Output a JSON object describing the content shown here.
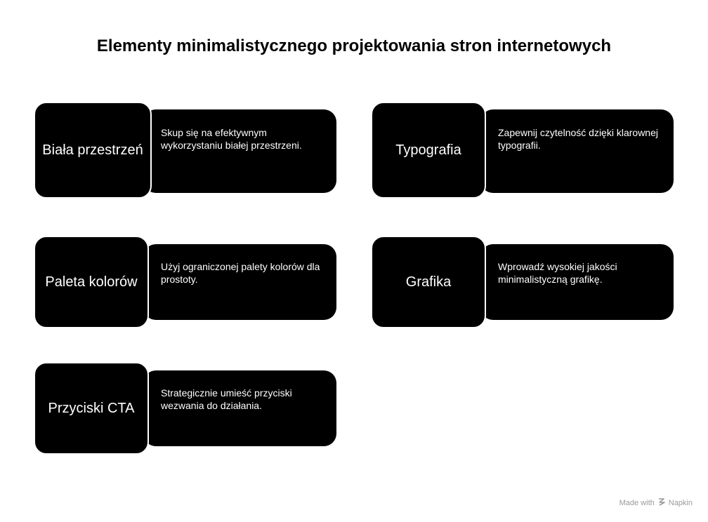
{
  "title": "Elementy minimalistycznego projektowania stron internetowych",
  "cards": [
    {
      "heading": "Biała przestrzeń",
      "description": "Skup się na efektywnym wykorzystaniu białej przestrzeni."
    },
    {
      "heading": "Typografia",
      "description": "Zapewnij czytelność dzięki klarownej typografii."
    },
    {
      "heading": "Paleta kolorów",
      "description": "Użyj ograniczonej palety kolorów dla prostoty."
    },
    {
      "heading": "Grafika",
      "description": "Wprowadź wysokiej jakości minimalistyczną grafikę."
    },
    {
      "heading": "Przyciski CTA",
      "description": "Strategicznie umieść przyciski wezwania do działania."
    }
  ],
  "watermark": {
    "prefix": "Made with",
    "brand": "Napkin",
    "icon": "napkin-logo-icon"
  },
  "colors": {
    "card_fill": "#000000",
    "card_text": "#ffffff",
    "background": "#ffffff",
    "watermark": "#9a9a9a"
  }
}
